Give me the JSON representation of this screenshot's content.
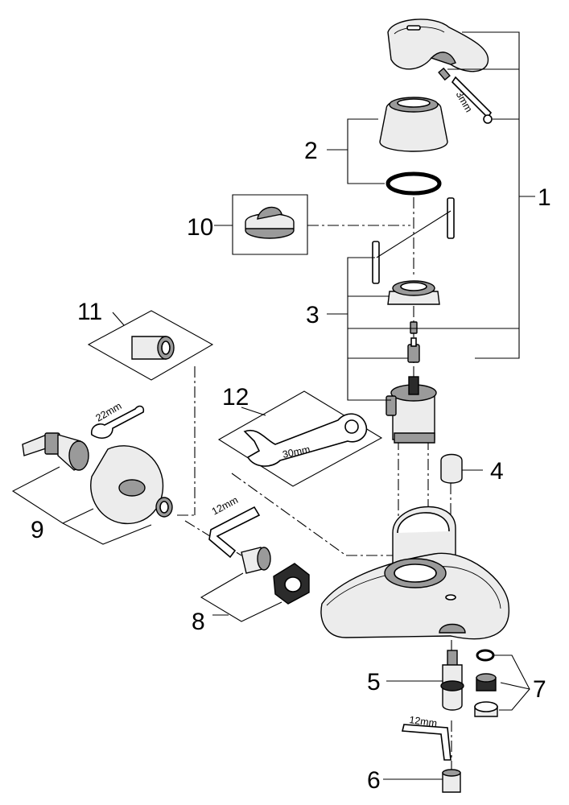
{
  "callouts": {
    "c1": "1",
    "c2": "2",
    "c3": "3",
    "c4": "4",
    "c5": "5",
    "c6": "6",
    "c7": "7",
    "c8": "8",
    "c9": "9",
    "c10": "10",
    "c11": "11",
    "c12": "12"
  },
  "tool_sizes": {
    "hex_key_handle": "3mm",
    "wrench_22": "22mm",
    "hex_key_12_left": "12mm",
    "wrench_30": "30mm",
    "hex_key_12_bottom": "12mm"
  }
}
